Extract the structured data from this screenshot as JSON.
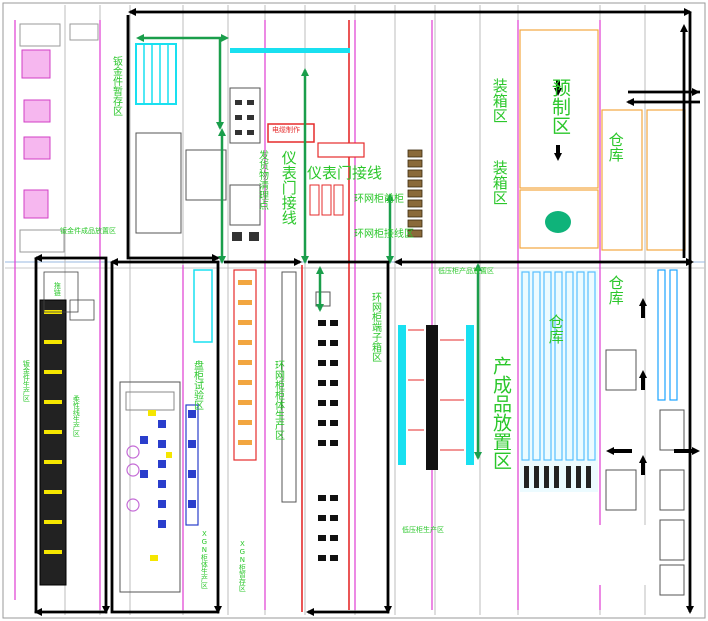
{
  "colors": {
    "green_text": "#2bc72b",
    "flow_black": "#000000",
    "flow_green": "#1a9e4b",
    "magenta": "#e24ad6",
    "red": "#e52b2b",
    "cyan": "#19e0f0",
    "blue_racks": "#1aa3ff",
    "orange": "#f2a640",
    "yellow": "#f5e600"
  },
  "labels": {
    "prefab_zone": "预制区",
    "warehouse_top": "仓库",
    "warehouse_right": "仓库",
    "warehouse_center": "仓库",
    "packing_1": "装箱区",
    "packing_2": "装箱区",
    "finished_area": "产成品放置区",
    "meter_door": "仪表门接线",
    "meter_door_wiring": "仪表门接线",
    "shipping_clear": "发货物清理点",
    "sheet_metal_storage": "钣金件暂存区",
    "sheet_metal_pack": "钣金件成品放置区",
    "ring_net_front": "环网柜前柜",
    "ring_net_body": "环网柜柜体生产区",
    "ring_net_terminal": "环网柜端子箱区",
    "ring_net_wiring": "环网柜接线区",
    "test_zone": "盘柜试验区",
    "low_voltage_zone": "低压柜生产区",
    "low_voltage_product": "低压柜产品放置区",
    "sheet_metal_prod": "钣金件生产区",
    "xgn_storage": "XGN柜暂存区",
    "xgn_area": "XGN柜体生产区",
    "wire_making": "电缆制作",
    "flex_area": "柔性线生产区",
    "drag_chain": "拖链"
  }
}
